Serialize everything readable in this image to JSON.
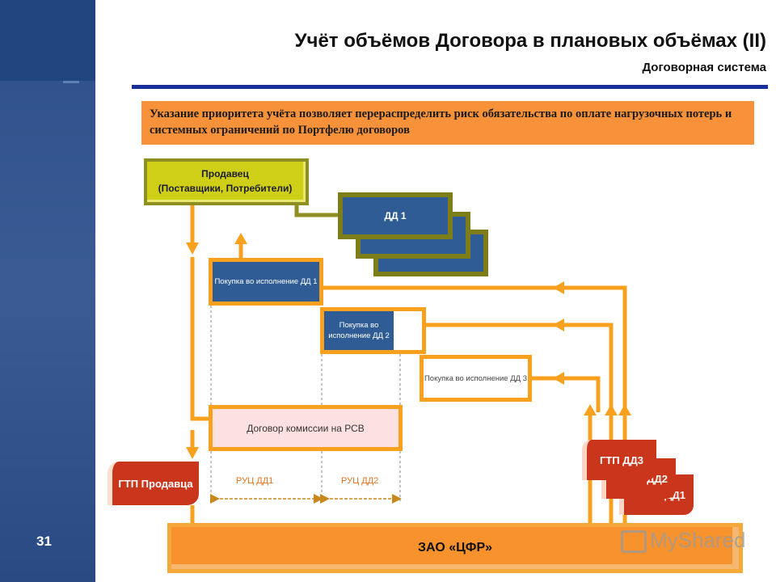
{
  "slide": {
    "page_number": "31",
    "title": "Учёт объёмов Договора в плановых объёмах (II)",
    "subtitle": "Договорная система",
    "note": "Указание приоритета учёта позволяет перераспределить риск обязательства по оплате нагрузочных потерь и системных ограничений по Портфелю договоров"
  },
  "diagram": {
    "seller_line1": "Продавец",
    "seller_line2": "(Поставщики, Потребители)",
    "dd_front": "ДД 1",
    "purchase1": "Покупка во исполнение ДД 1",
    "purchase2": "Покупка во исполнение ДД 2",
    "purchase3": "Покупка во исполнение ДД 3",
    "commission": "Договор комиссии на РСВ",
    "gtp_seller": "ГТП Продавца",
    "gtp3": "ГТП ДД3",
    "gtp2": "ДД2",
    "gtp1": "ДД1",
    "ruc1": "РУЦ ДД1",
    "ruc2": "РУЦ ДД2",
    "cfr": "ЗАО «ЦФР»"
  },
  "watermark": "MyShared",
  "colors": {
    "orange": "#f7a11f",
    "olive": "#7d7d1a",
    "blue": "#2f5c95",
    "red": "#c9361c",
    "note_bg": "#f7923a",
    "rule": "#1b2f9a"
  }
}
